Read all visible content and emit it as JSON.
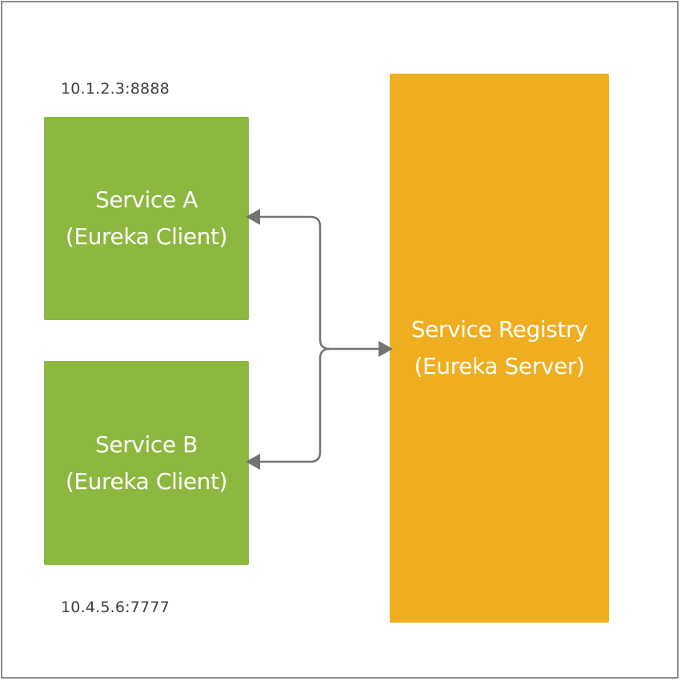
{
  "colors": {
    "client_fill": "#8db840",
    "server_fill": "#efae1f",
    "connector": "#737373",
    "frame": "#8c8c8c"
  },
  "service_a": {
    "address": "10.1.2.3:8888",
    "line1": "Service A",
    "line2": "(Eureka Client)"
  },
  "service_b": {
    "address": "10.4.5.6:7777",
    "line1": "Service B",
    "line2": "(Eureka Client)"
  },
  "registry": {
    "line1": "Service Registry",
    "line2": "(Eureka Server)"
  }
}
